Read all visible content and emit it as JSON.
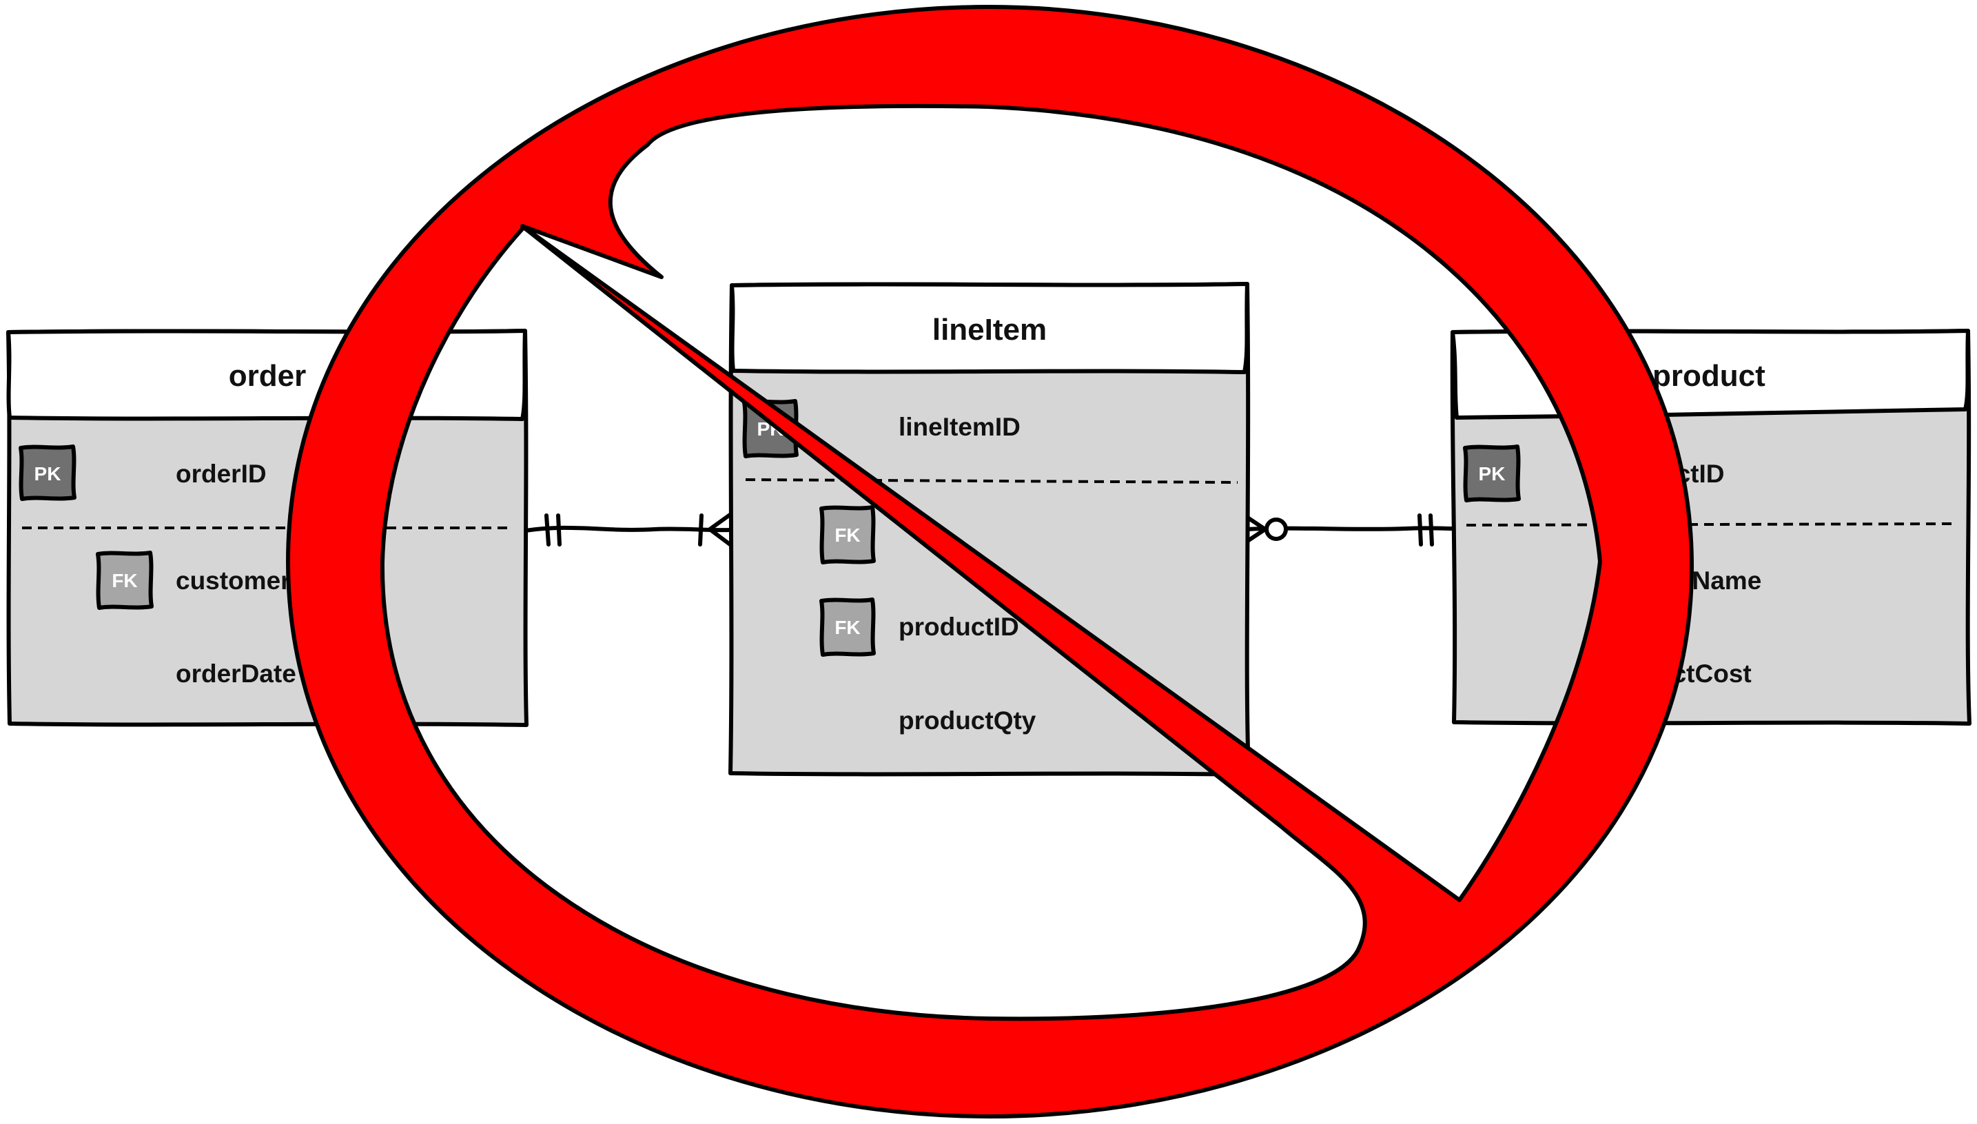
{
  "entities": {
    "order": {
      "title": "order",
      "primary_keys": [
        {
          "badge": "PK",
          "name": "orderID"
        }
      ],
      "fields": [
        {
          "badge": "FK",
          "name": "customer"
        },
        {
          "badge": "",
          "name": "orderDate"
        }
      ]
    },
    "lineItem": {
      "title": "lineItem",
      "primary_keys": [
        {
          "badge": "PK",
          "name": "lineItemID"
        }
      ],
      "fields": [
        {
          "badge": "FK",
          "name": ""
        },
        {
          "badge": "FK",
          "name": "productID"
        },
        {
          "badge": "",
          "name": "productQty"
        }
      ]
    },
    "product": {
      "title": "product",
      "primary_keys": [
        {
          "badge": "PK",
          "name": "uctID"
        }
      ],
      "fields": [
        {
          "badge": "",
          "name": "uctName"
        },
        {
          "badge": "",
          "name": "uctCost"
        }
      ]
    }
  },
  "relationships": [
    {
      "from": "order",
      "to": "lineItem",
      "from_cardinality": "exactly-one",
      "to_cardinality": "one-or-many"
    },
    {
      "from": "lineItem",
      "to": "product",
      "from_cardinality": "zero-or-many",
      "to_cardinality": "exactly-one"
    }
  ],
  "overlay": {
    "symbol": "prohibition-sign",
    "color": "#ff0000"
  },
  "colors": {
    "entity_body": "#d6d6d6",
    "pk_badge": "#707070",
    "fk_badge": "#a6a6a6",
    "outline": "#000000"
  }
}
